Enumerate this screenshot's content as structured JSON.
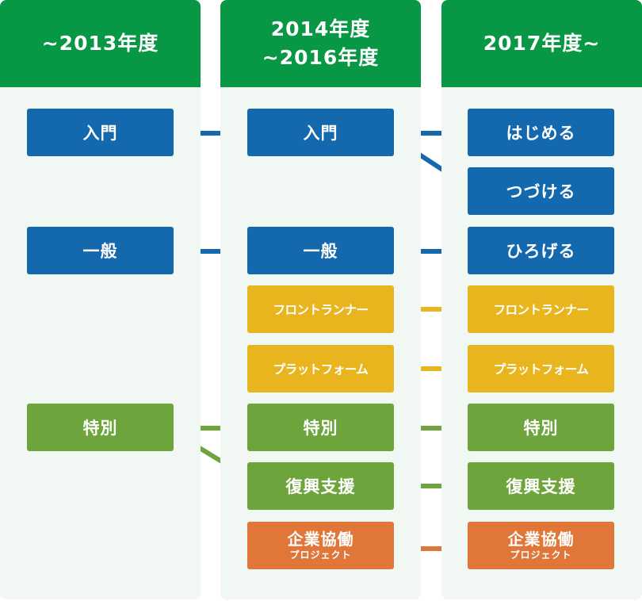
{
  "columns": [
    {
      "title": "~2013年度"
    },
    {
      "title_line1": "2014年度",
      "title_line2": "~2016年度"
    },
    {
      "title": "2017年度~"
    }
  ],
  "boxes": {
    "c1_nyumon": "入門",
    "c1_ippan": "一般",
    "c1_tokubetsu": "特別",
    "c2_nyumon": "入門",
    "c2_ippan": "一般",
    "c2_frontrunner": "フロントランナー",
    "c2_platform": "プラットフォーム",
    "c2_tokubetsu": "特別",
    "c2_fukko": "復興支援",
    "c2_kigyo_main": "企業協働",
    "c2_kigyo_sub": "プロジェクト",
    "c3_hajimeru": "はじめる",
    "c3_tsuzukeru": "つづける",
    "c3_hirogeru": "ひろげる",
    "c3_frontrunner": "フロントランナー",
    "c3_platform": "プラットフォーム",
    "c3_tokubetsu": "特別",
    "c3_fukko": "復興支援",
    "c3_kigyo_main": "企業協働",
    "c3_kigyo_sub": "プロジェクト"
  },
  "colors": {
    "header_green": "#089744",
    "column_bg": "#f1f7f3",
    "blue": "#1368ae",
    "yellow": "#e9b51f",
    "green": "#6ea43c",
    "orange": "#e07638"
  }
}
